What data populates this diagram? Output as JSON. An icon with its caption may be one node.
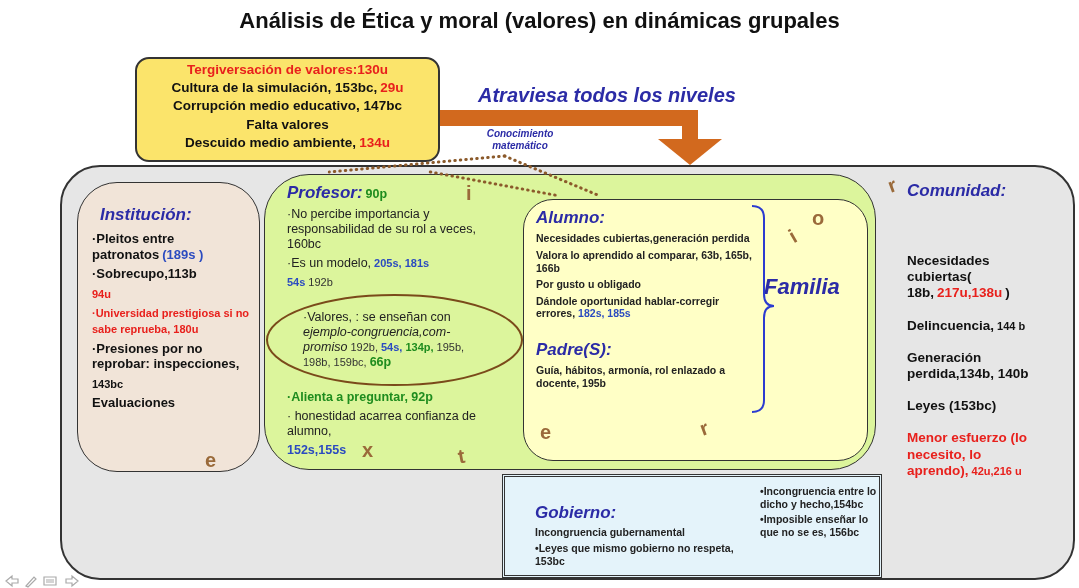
{
  "diagram": {
    "title": "Análisis de Ética y moral (valores) en dinámicas grupales",
    "nodes": [
      {
        "text": [
          "Tergiversación de valores:130u",
          "Cultura de la simulación, 153bc,",
          "29u",
          "Corrupción medio educativo, 147bc",
          "Falta valores",
          "Descuido medio ambiente,",
          "134u"
        ]
      },
      {
        "text": [
          "Conocimiento matemático"
        ]
      },
      {
        "text": [
          "Comunidad:",
          "Necesidades cubiertas( 18b,",
          "217u,138u",
          ")",
          "Delincuencia,",
          "144 b",
          "Generación perdida,134b, 140b",
          "Leyes (153bc)",
          "Menor esfuerzo (lo necesito, lo aprendo),",
          "42u,216 u"
        ]
      },
      {
        "text": [
          "Institución:",
          "·Pleitos entre patronatos",
          "(189s )",
          "·Sobrecupo,113b",
          "94u",
          "·Universidad prestigiosa si no sabe reprueba, 180u",
          "·Presiones por no reprobar: inspecciones,",
          "143bc",
          "Evaluaciones"
        ],
        "in": 2
      },
      {
        "text": [
          "Profesor:",
          "90p",
          "·No percibe importancia y responsabilidad de su rol a veces, 160bc",
          "·Es un modelo,",
          "205s, 181s",
          "54s",
          "192b",
          "·Valores, : se enseñan con *ejemplo-congruencia,com-promiso*",
          "192b,",
          "54s,",
          "134p,",
          "195b, 198b, 159bc,",
          "66p",
          "·Alienta a preguntar, 92p",
          "·  honestidad acarrea confianza de alumno,",
          "152s,155s"
        ],
        "in": 2
      },
      {
        "text": [
          "Alumno:",
          "Necesidades cubiertas,generación perdida",
          "Valora lo aprendido al comparar, 63b, 165b, 166b",
          "Por gusto u obligado",
          "Dándole oportunidad hablar-corregir errores,",
          "182s, 185s",
          "Padre(S):",
          "Guía, hábitos, armonía, rol enlazado a docente, 195b",
          "Familia"
        ],
        "in": 4
      },
      {
        "text": [
          "Gobierno:",
          "Incongruencia gubernamental",
          "•Leyes que mismo gobierno no respeta, 153bc",
          "•Incongruencia entre lo dicho y hecho,154bc",
          "•Imposible enseñar lo que no se es, 156bc"
        ],
        "in": 2
      }
    ],
    "edges": [
      {
        "from": 0,
        "to": 2,
        "arrow": "to",
        "label": "Atraviesa todos los niveles",
        "style": "thick",
        "color": "#d2691e"
      },
      {
        "from": 1,
        "to": 4,
        "arrow": "none",
        "style": "dashed"
      },
      {
        "from": 1,
        "to": 5,
        "arrow": "none",
        "style": "dashed"
      },
      {
        "from": 4,
        "to": 5,
        "arrow": "none",
        "style": "dashed"
      }
    ],
    "labels": [
      "i",
      "r",
      "o",
      "i",
      "r",
      "e",
      "t",
      "x",
      "e"
    ]
  }
}
